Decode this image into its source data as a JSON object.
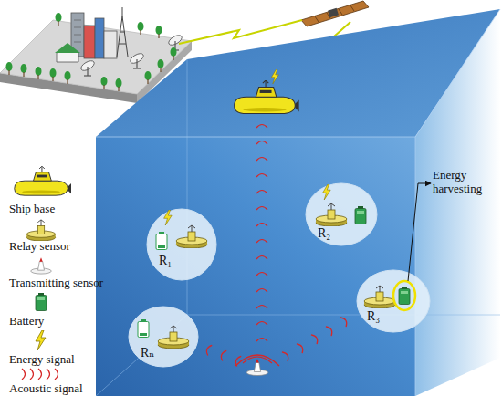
{
  "diagram": {
    "nodes": [
      {
        "text": [
          "R₁"
        ]
      },
      {
        "text": [
          "R₂"
        ]
      },
      {
        "text": [
          "R₃"
        ]
      },
      {
        "text": [
          "Rₙ"
        ]
      }
    ],
    "labels": [
      "Energy harvesting"
    ],
    "legend": [
      {
        "text": "Ship base"
      },
      {
        "text": "Relay sensor"
      },
      {
        "text": "Transmitting sensor"
      },
      {
        "text": "Battery"
      },
      {
        "text": "Energy signal"
      },
      {
        "text": "Acoustic signal"
      }
    ]
  }
}
